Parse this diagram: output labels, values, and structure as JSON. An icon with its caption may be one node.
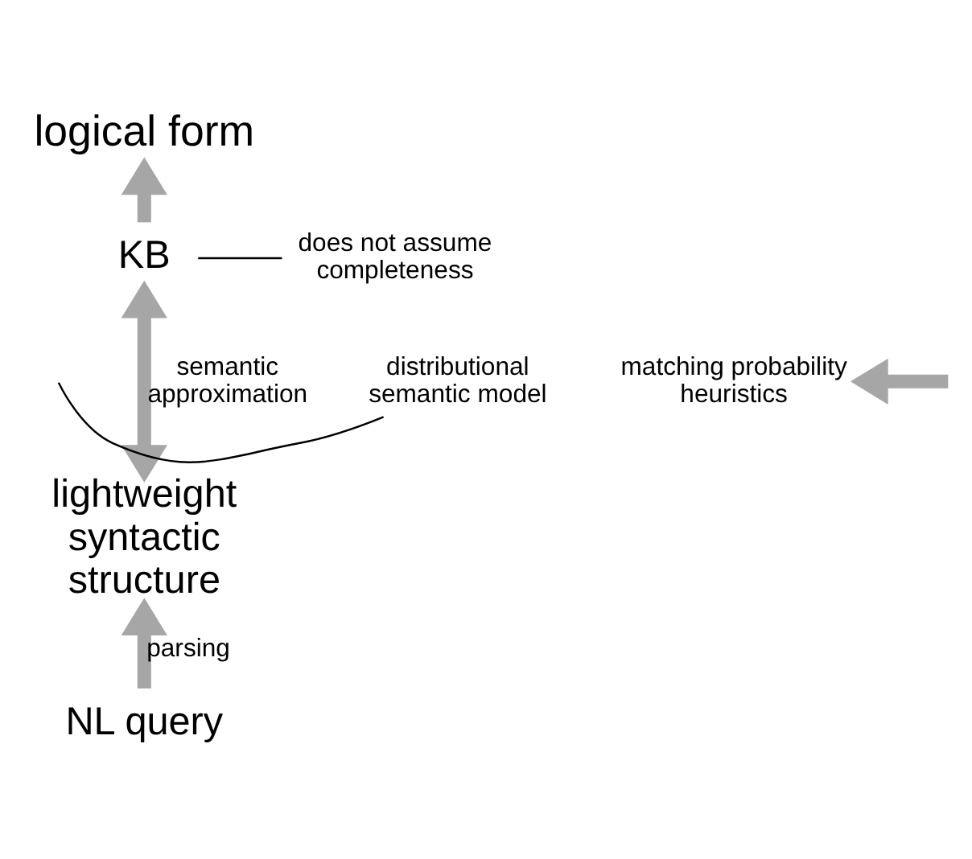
{
  "diagram": {
    "nodes": [
      {
        "text": [
          "logical form"
        ]
      },
      {
        "text": [
          "KB"
        ]
      },
      {
        "text": [
          "lightweight syntactic structure"
        ]
      },
      {
        "text": [
          "NL query"
        ]
      },
      {
        "text": [
          "does not assume completeness"
        ]
      },
      {
        "text": [
          "distributional semantic model"
        ]
      },
      {
        "text": [
          "matching probability heuristics"
        ]
      }
    ],
    "edges": [
      {
        "from": 3,
        "to": 2,
        "arrow": "to",
        "label": "parsing"
      },
      {
        "from": 2,
        "to": 1,
        "arrow": "both",
        "label": "semantic approximation"
      },
      {
        "from": 1,
        "to": 0,
        "arrow": "to"
      },
      {
        "from": 4,
        "to": 1,
        "arrow": "none",
        "color": "#000000"
      },
      {
        "from": 5,
        "to": null,
        "arrow": "none",
        "color": "#000000"
      },
      {
        "from": null,
        "to": 6,
        "arrow": "to"
      }
    ]
  }
}
